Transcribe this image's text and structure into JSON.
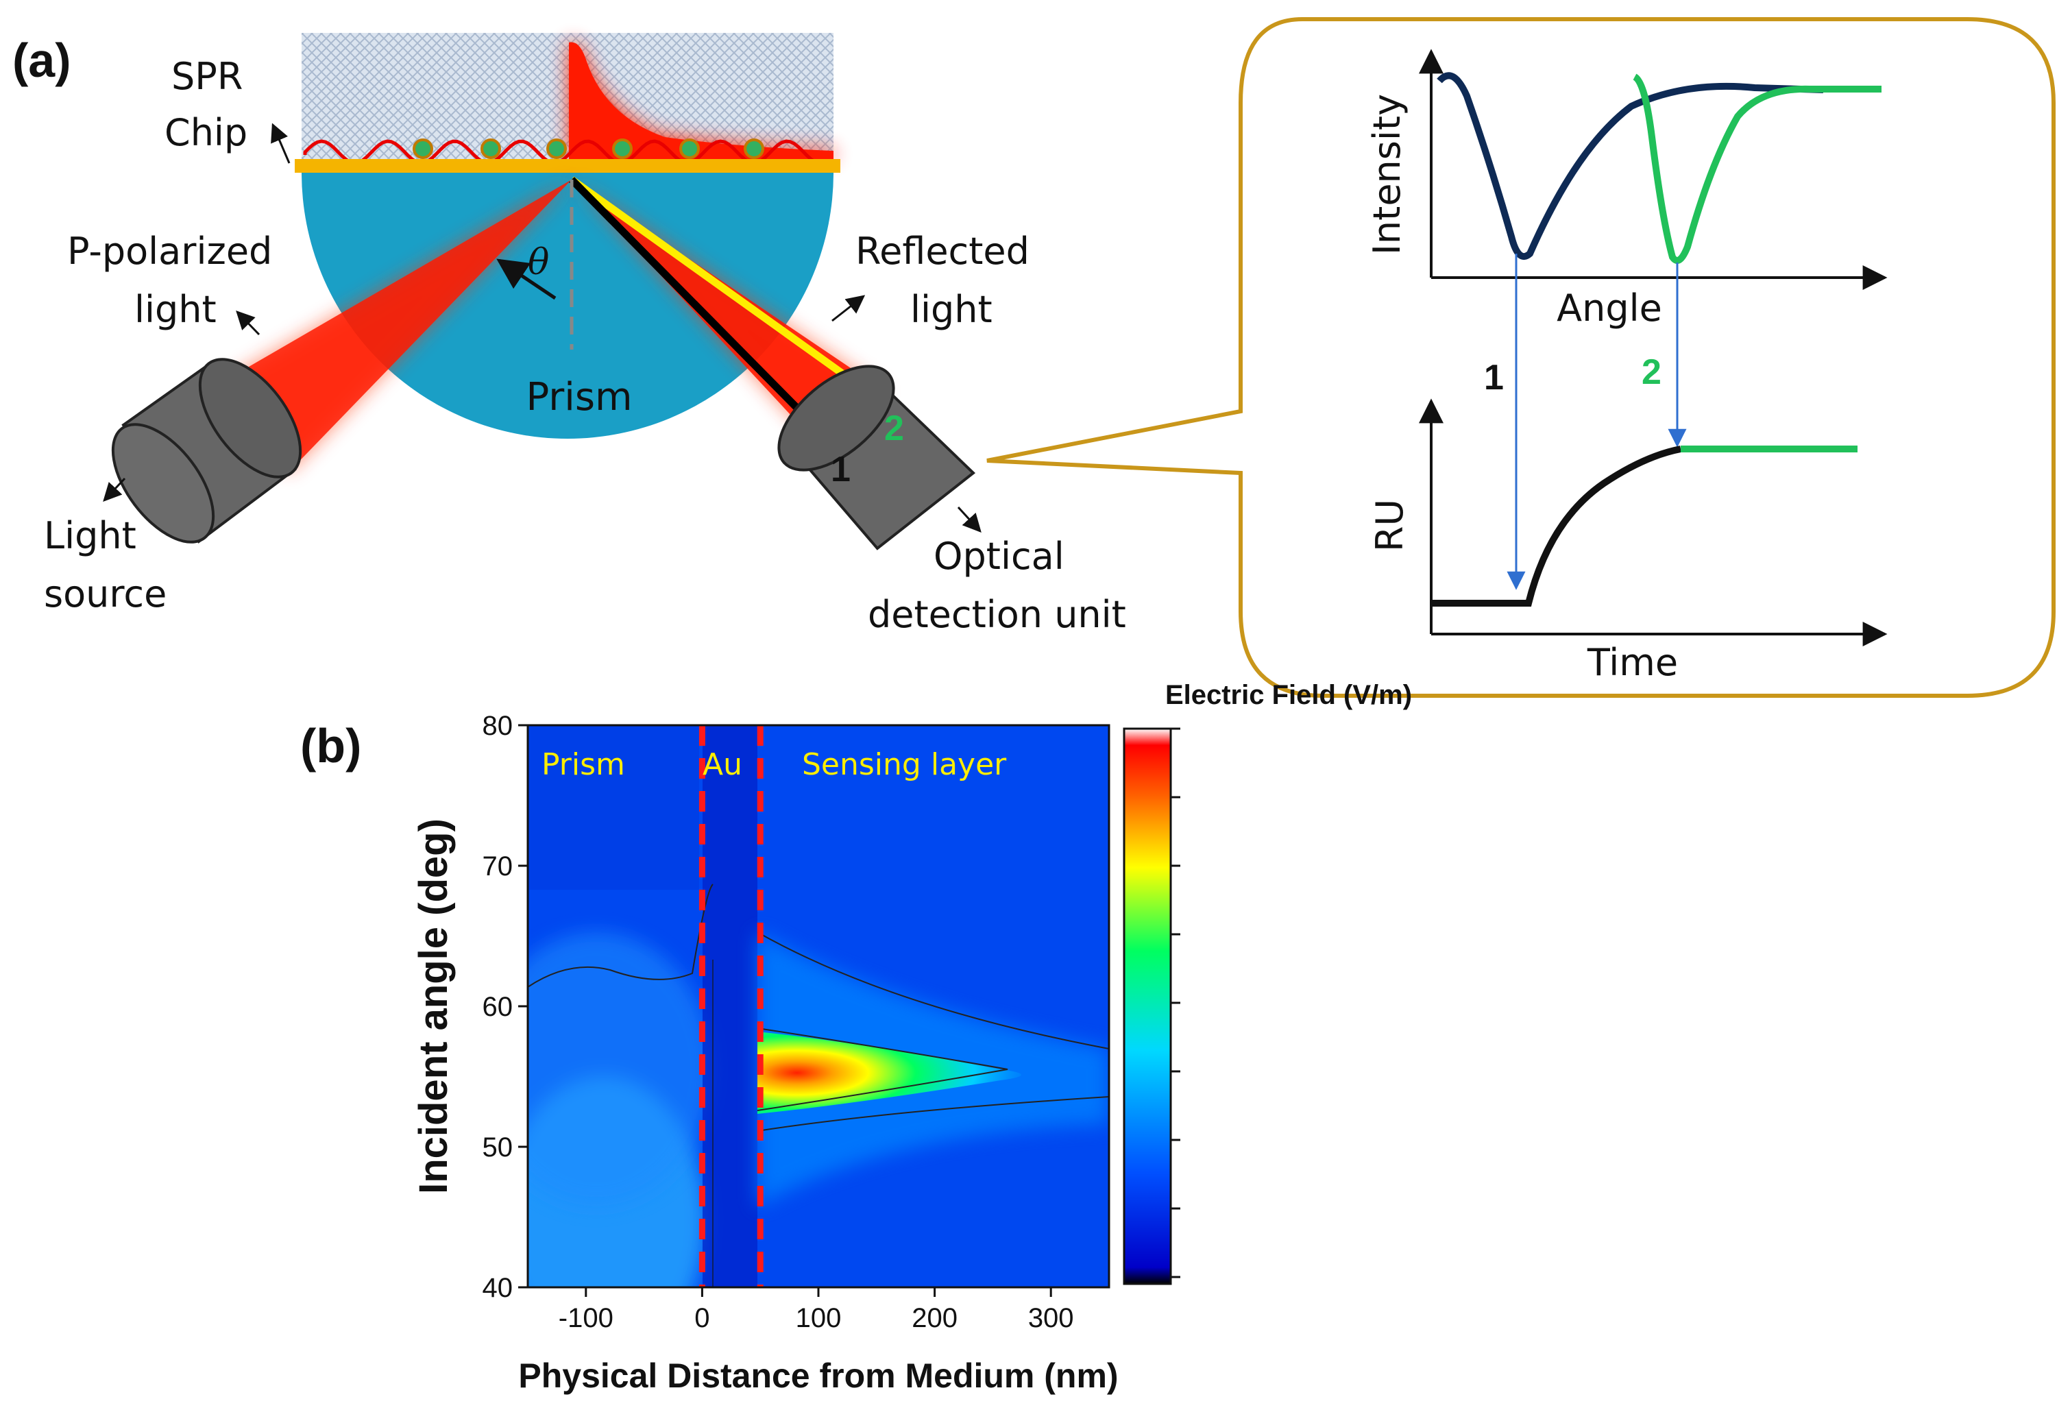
{
  "panel_a": {
    "label": "(a)",
    "spr_chip": [
      "SPR",
      "Chip"
    ],
    "p_polarized": [
      "P-polarized",
      "light"
    ],
    "theta": "θ",
    "prism": "Prism",
    "reflected": [
      "Reflected",
      "light"
    ],
    "beam_1": "1",
    "beam_2": "2",
    "light_source": [
      "Light",
      "source"
    ],
    "detection_unit": [
      "Optical",
      "detection unit"
    ],
    "inset": {
      "intensity_label": "Intensity",
      "angle_label": "Angle",
      "marker_1": "1",
      "marker_2": "2",
      "ru_label": "RU",
      "time_label": "Time"
    },
    "colors": {
      "prism": "#1a9fc6",
      "beam": "#ff1a00",
      "gold": "#f5b400",
      "curve_1": "#0e2a55",
      "curve_2": "#21c05a",
      "frame": "#c9961a"
    }
  },
  "panel_b": {
    "label": "(b)",
    "colorbar_title": "Electric Field (V/m)",
    "regions": [
      "Prism",
      "Au",
      "Sensing layer"
    ],
    "chart_data": {
      "type": "heatmap",
      "xlabel": "Physical Distance from Medium (nm)",
      "ylabel": "Incident angle (deg)",
      "xlim": [
        -150,
        350
      ],
      "ylim": [
        40,
        80
      ],
      "x_ticks": [
        -100,
        0,
        100,
        200,
        300
      ],
      "y_ticks": [
        40,
        50,
        60,
        70,
        80
      ],
      "boundaries_nm": [
        0,
        50
      ],
      "resonance_angle_deg": 55.5,
      "colorscale": [
        "#000000",
        "#0000ff",
        "#00bfff",
        "#00ff66",
        "#ffff00",
        "#ff0000",
        "#ffffff"
      ]
    }
  }
}
